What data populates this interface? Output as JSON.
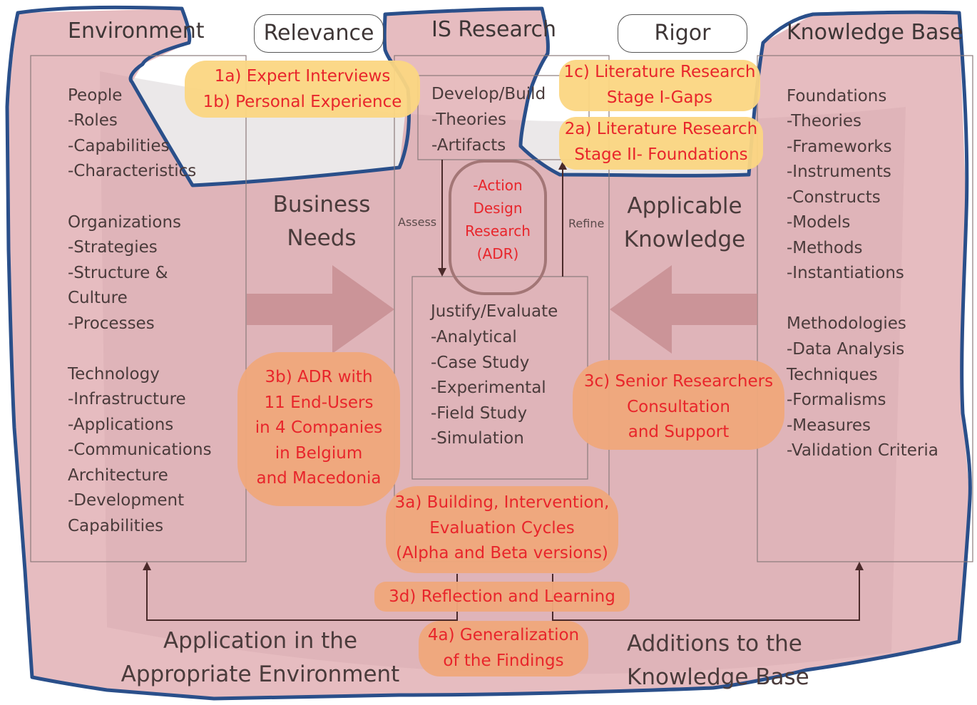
{
  "headers": {
    "environment": "Environment",
    "relevance": "Relevance",
    "is_research": "IS Research",
    "rigor": "Rigor",
    "knowledge_base": "Knowledge Base"
  },
  "environment": {
    "people_title": "People",
    "people_items": "-Roles\n-Capabilities\n-Characteristics",
    "org_title": "Organizations",
    "org_items": "-Strategies\n-Structure &\nCulture\n-Processes",
    "tech_title": "Technology",
    "tech_items": "-Infrastructure\n-Applications\n-Communications\nArchitecture\n-Development\nCapabilities"
  },
  "business_needs": "Business\nNeeds",
  "applicable_knowledge": "Applicable\nKnowledge",
  "develop": {
    "title": "Develop/Build",
    "items": "-Theories\n-Artifacts"
  },
  "assess": "Assess",
  "refine": "Refine",
  "adr": "-Action\nDesign\nResearch\n(ADR)",
  "justify": {
    "title": "Justify/Evaluate",
    "items": "-Analytical\n-Case Study\n-Experimental\n-Field Study\n-Simulation"
  },
  "knowledge": {
    "foundations_title": "Foundations",
    "foundations_items": "-Theories\n-Frameworks\n-Instruments\n-Constructs\n-Models\n-Methods\n-Instantiations",
    "methodologies_title": "Methodologies",
    "methodologies_items": "-Data Analysis\nTechniques\n-Formalisms\n-Measures\n-Validation Criteria"
  },
  "annotations": {
    "n1ab": "1a) Expert Interviews\n1b) Personal Experience",
    "n1c": "1c) Literature Research\nStage I-Gaps",
    "n2a": "2a) Literature Research\nStage II- Foundations",
    "n3b": "3b) ADR with\n11 End-Users\nin 4 Companies\nin Belgium\nand Macedonia",
    "n3c": "3c) Senior Researchers\nConsultation\nand Support",
    "n3a": "3a) Building, Intervention,\nEvaluation Cycles\n(Alpha and Beta versions)",
    "n3d": "3d) Reflection and Learning",
    "n4a": "4a) Generalization\nof the Findings"
  },
  "bottom": {
    "application": "Application in the\nAppropriate Environment",
    "additions": "Additions to the\nKnowledge Base"
  },
  "colors": {
    "pink_overlay": "#dfaaae",
    "blue_outline": "#2a4f8a",
    "yellow_note": "#fbd682",
    "orange_note": "#efa87c",
    "annotation_text": "#e8252b"
  }
}
